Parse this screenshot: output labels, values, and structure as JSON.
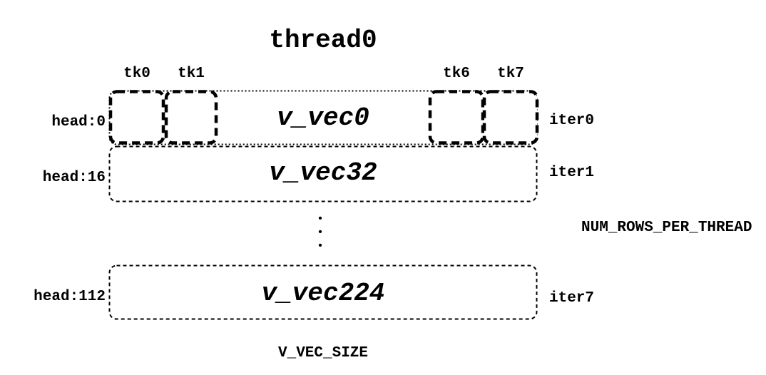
{
  "diagram": {
    "title": "thread0",
    "tk_labels": [
      {
        "label": "tk0"
      },
      {
        "label": "tk1"
      },
      {
        "label": "tk6"
      },
      {
        "label": "tk7"
      }
    ],
    "rows": [
      {
        "head": "head:0",
        "vec": "v_vec0",
        "iter": "iter0"
      },
      {
        "head": "head:16",
        "vec": "v_vec32",
        "iter": "iter1"
      },
      {
        "head": "head:112",
        "vec": "v_vec224",
        "iter": "iter7"
      }
    ],
    "continuation_dots": "•\n•\n•",
    "right_annotation": "NUM_ROWS_PER_THREAD",
    "bottom_annotation": "V_VEC_SIZE",
    "colors": {
      "ink": "#000000",
      "background": "#ffffff"
    }
  }
}
